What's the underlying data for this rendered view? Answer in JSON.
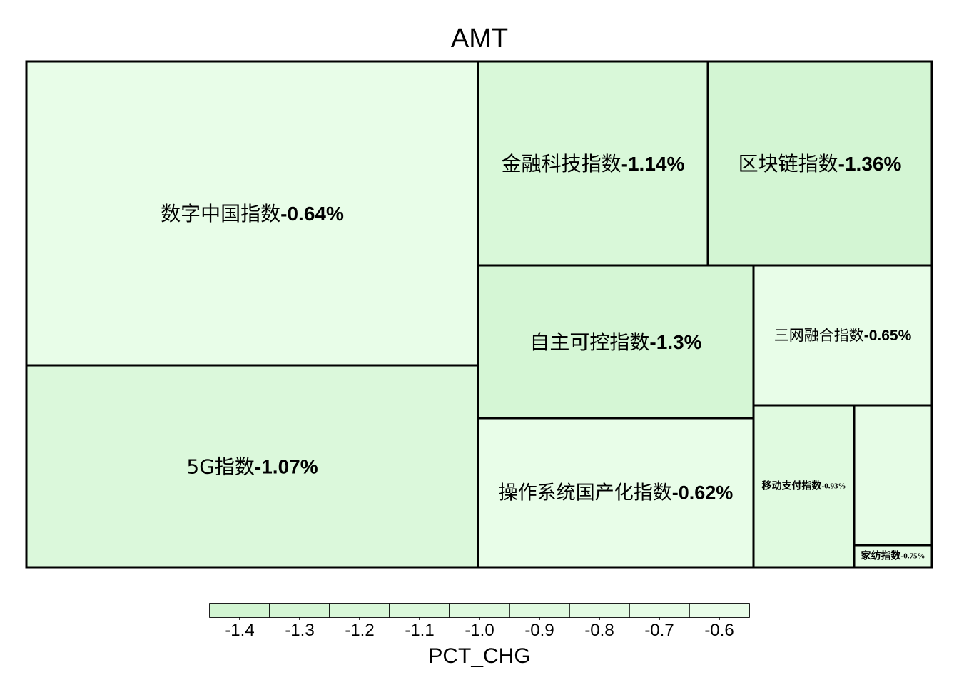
{
  "chart_data": {
    "type": "treemap",
    "title": "AMT",
    "color_variable": "PCT_CHG",
    "colors": {
      "fill_low": "#d2f5d2",
      "fill_high": "#e9fde9",
      "border": "#000000"
    },
    "tiles": [
      {
        "name": "数字中国指数",
        "label": "-0.64%",
        "value": -0.64
      },
      {
        "name": "5G指数",
        "label": "-1.07%",
        "value": -1.07
      },
      {
        "name": "金融科技指数",
        "label": "-1.14%",
        "value": -1.14
      },
      {
        "name": "区块链指数",
        "label": "-1.36%",
        "value": -1.36
      },
      {
        "name": "自主可控指数",
        "label": "-1.3%",
        "value": -1.3
      },
      {
        "name": "操作系统国产化指数",
        "label": "-0.62%",
        "value": -0.62
      },
      {
        "name": "三网融合指数",
        "label": "-0.65%",
        "value": -0.65
      },
      {
        "name": "移动支付指数",
        "label": "-0.93%",
        "value": -0.93
      },
      {
        "name": "",
        "label": "",
        "value": -0.7
      },
      {
        "name": "家纺指数",
        "label": "-0.75%",
        "value": -0.75
      }
    ],
    "legend": {
      "title": "PCT_CHG",
      "ticks": [
        "-1.4",
        "-1.3",
        "-1.2",
        "-1.1",
        "-1.0",
        "-0.9",
        "-0.8",
        "-0.7",
        "-0.6"
      ],
      "range": [
        -1.4,
        -0.6
      ]
    }
  }
}
